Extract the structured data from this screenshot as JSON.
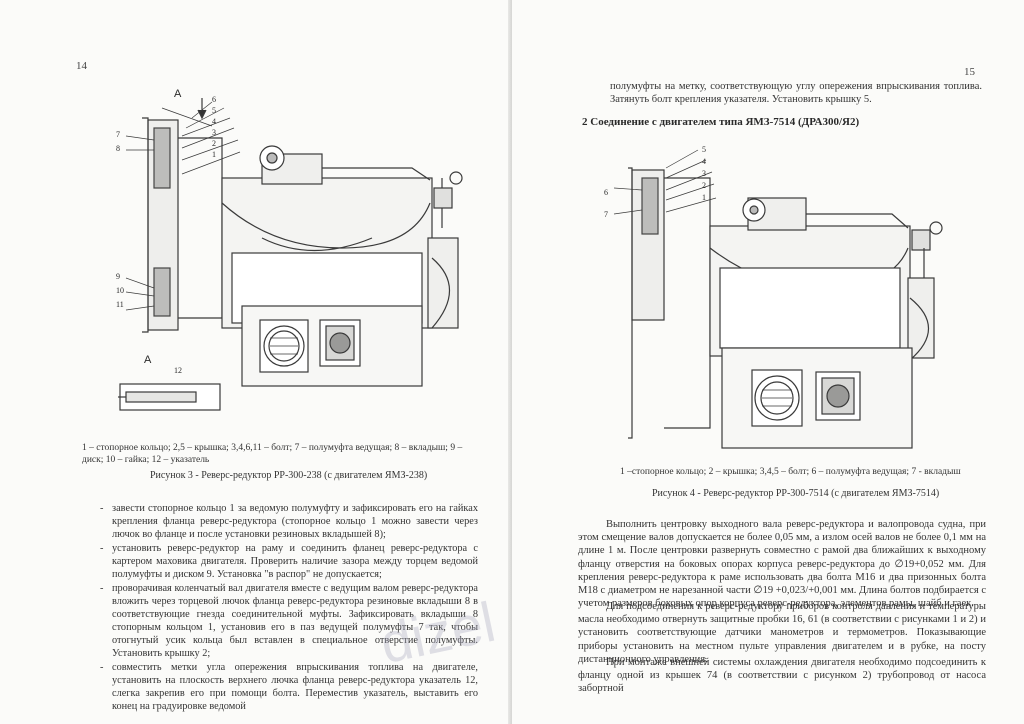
{
  "left_page": {
    "page_number": "14",
    "figure": {
      "arrow_label": "A",
      "view_label": "A",
      "callouts_left": [
        "7",
        "8",
        "9",
        "10",
        "11"
      ],
      "callouts_top": [
        "6",
        "5",
        "4",
        "3",
        "2",
        "1"
      ],
      "callout_detail": "12"
    },
    "caption": "1 – стопорное кольцо; 2,5 – крышка; 3,4,6,11 – болт; 7 – полумуфта ведущая; 8 – вкладыш; 9 – диск; 10 – гайка; 12 – указатель",
    "figure_title": "Рисунок 3 - Реверс-редуктор РР-300-238 (с двигателем ЯМЗ-238)",
    "bullets": [
      "завести стопорное кольцо 1 за ведомую полумуфту и зафиксировать его на гайках крепления фланца реверс-редуктора (стопорное кольцо 1 можно завести через лючок во фланце и после установки резиновых вкладышей 8);",
      "установить реверс-редуктор на раму и соединить фланец реверс-редуктора с картером маховика двигателя. Проверить наличие зазора между торцем ведомой полумуфты и диском 9. Установка \"в распор\" не допускается;",
      "проворачивая коленчатый вал двигателя вместе с ведущим валом реверс-редуктора вложить через торцевой лючок фланца реверс-редуктора резиновые вкладыши 8 в соответствующие гнезда соединительной муфты. Зафиксировать вкладыши 8 стопорным кольцом 1, установив его в паз ведущей полумуфты 7 так, чтобы отогнутый усик кольца был вставлен в специальное отверстие полумуфты. Установить крышку 2;",
      "совместить метки угла опережения впрыскивания топлива на двигателе, установить на плоскость верхнего лючка фланца реверс-редуктора указатель 12, слегка закрепив его при помощи болта. Переместив указатель, выставить его конец на градуировке ведомой"
    ]
  },
  "right_page": {
    "page_number": "15",
    "intro": "полумуфты на метку, соответствующую углу опережения впрыскивания топлива. Затянуть болт крепления указателя. Установить крышку 5.",
    "heading": "2 Соединение с двигателем типа ЯМЗ-7514 (ДРА300/Я2)",
    "figure": {
      "callouts_left": [
        "6",
        "7"
      ],
      "callouts_top": [
        "5",
        "4",
        "3",
        "2",
        "1"
      ]
    },
    "caption": "1 –стопорное кольцо; 2 – крышка; 3,4,5 – болт; 6 – полумуфта ведущая; 7 - вкладыш",
    "figure_title": "Рисунок 4 - Реверс-редуктор РР-300-7514 (с двигателем ЯМЗ-7514)",
    "paragraphs": [
      "Выполнить центровку выходного вала реверс-редуктора и валопровода судна, при этом смещение валов допускается не более 0,05 мм, а излом осей валов не более 0,1 мм на длине 1 м. После центровки развернуть совместно с рамой два ближайших к выходному фланцу отверстия на боковых опорах корпуса реверс-редуктора до ∅19+0,052 мм. Для крепления реверс-редуктора к раме использовать два болта М16 и два призонных болта М18 с диаметром не нарезанной части ∅19 +0,023/+0,001 мм. Длина болтов подбирается с учетом размеров боковых опор корпуса реверс-редуктора, элементов рамы, шайб и гаек.",
      "Для подсоединения к реверс-редуктору приборов контроля давления и температуры масла необходимо отвернуть защитные пробки 16, 61 (в соответствии с рисунками 1 и 2) и установить соответствующие датчики манометров и термометров. Показывающие приборы установить на местном пульте управления двигателем и в рубке, на посту дистанционного управления.",
      "При монтаже внешней системы охлаждения двигателя необходимо подсоединить к фланцу одной из крышек 74 (в соответствии с рисунком 2) трубопровод от насоса забортной"
    ]
  },
  "watermark": "dizel"
}
